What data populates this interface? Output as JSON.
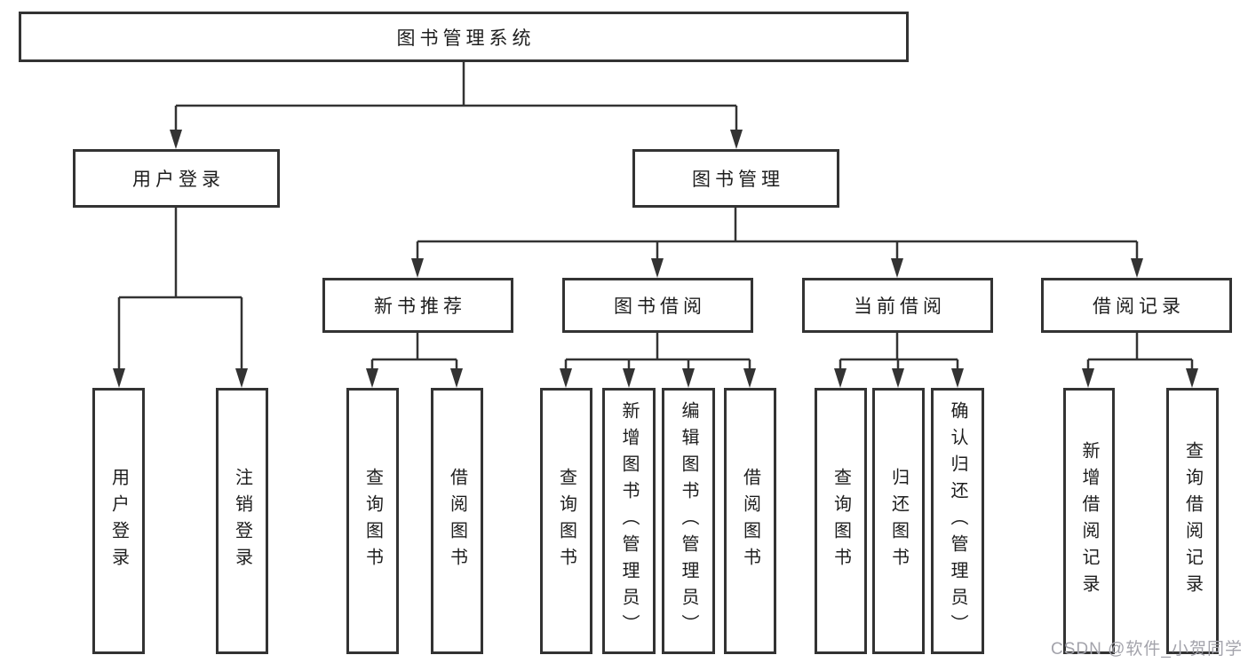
{
  "page": {
    "background": "#ffffff"
  },
  "style": {
    "line_color": "#333333",
    "box_border_color": "#333333",
    "text_color": "#1e1e1e",
    "watermark_color": "#a3a3ab"
  },
  "watermark": {
    "text": "CSDN @软件_小贺同学"
  },
  "tree": {
    "root": {
      "label": "图书管理系统"
    },
    "branches": [
      {
        "label": "用户登录",
        "children": [
          {
            "label": "用户登录"
          },
          {
            "label": "注销登录"
          }
        ]
      },
      {
        "label": "图书管理",
        "children": [
          {
            "label": "新书推荐",
            "children": [
              {
                "label": "查询图书"
              },
              {
                "label": "借阅图书"
              }
            ]
          },
          {
            "label": "图书借阅",
            "children": [
              {
                "label": "查询图书"
              },
              {
                "label": "新增图书（管理员）"
              },
              {
                "label": "编辑图书（管理员）"
              },
              {
                "label": "借阅图书"
              }
            ]
          },
          {
            "label": "当前借阅",
            "children": [
              {
                "label": "查询图书"
              },
              {
                "label": "归还图书"
              },
              {
                "label": "确认归还（管理员）"
              }
            ]
          },
          {
            "label": "借阅记录",
            "children": [
              {
                "label": "新增借阅记录"
              },
              {
                "label": "查询借阅记录"
              }
            ]
          }
        ]
      }
    ]
  }
}
